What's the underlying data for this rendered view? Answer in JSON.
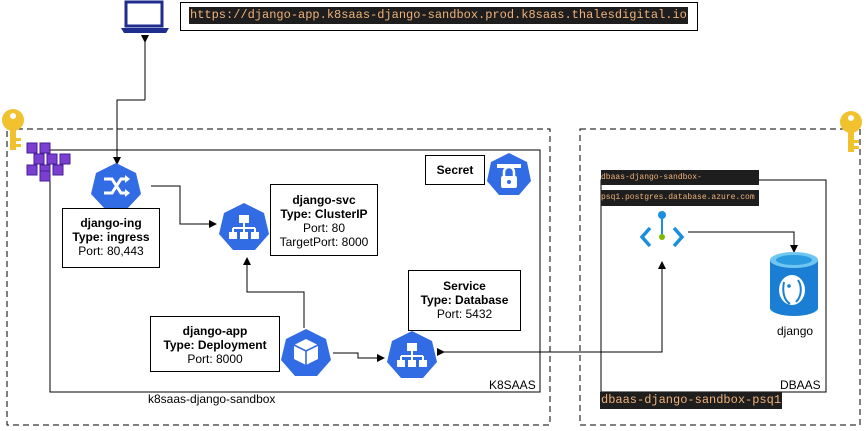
{
  "url_label": "https://django-app.k8saas-django-sandbox.prod.k8saas.thalesdigital.io",
  "secret_label": "Secret",
  "ingress": {
    "name": "django-ing",
    "type": "Type: ingress",
    "port": "Port: 80,443"
  },
  "svc": {
    "name": "django-svc",
    "type": "Type: ClusterIP",
    "port": "Port: 80",
    "target_port": "TargetPort: 8000"
  },
  "app": {
    "name": "django-app",
    "type": "Type: Deployment",
    "port": "Port: 8000"
  },
  "db_service": {
    "name": "Service",
    "type": "Type: Database",
    "port": "Port: 5432"
  },
  "namespace_label": "k8saas-django-sandbox",
  "k8saas_label": "K8SAAS",
  "dbaas_label": "DBAAS",
  "db_host_line1": "dbaas-django-sandbox-",
  "db_host_line2": "psq1.postgres.database.azure.com",
  "db_name": "django",
  "dbaas_resource_label": "dbaas-django-sandbox-psq1",
  "colors": {
    "k8s_blue": "#326ce5",
    "key_gold": "#f2c12e",
    "laptop_navy": "#1f2d8f",
    "azure_blue": "#1a8fe0",
    "code_bg": "#1e1e1e",
    "code_fg": "#f0b27a"
  }
}
